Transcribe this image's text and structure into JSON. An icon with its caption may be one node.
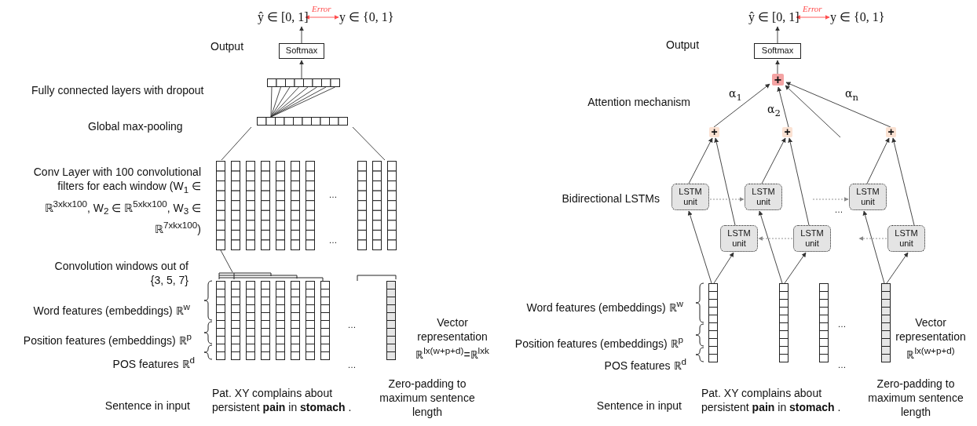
{
  "diagram": {
    "nodes": [
      {
        "text": [
          "ŷ ∈ [0, 1]"
        ]
      },
      {
        "text": [
          "y ∈ {0, 1}"
        ]
      },
      {
        "text": [
          "Softmax"
        ]
      },
      {
        "text": [],
        "shape": "bar"
      },
      {
        "text": [],
        "shape": "bar"
      },
      {
        "text": [],
        "shape": "box"
      },
      {
        "text": [],
        "shape": "box"
      },
      {
        "text": [],
        "shape": "bar"
      },
      {
        "text": [
          "ŷ ∈ [0, 1]"
        ]
      },
      {
        "text": [
          "y ∈ {0, 1}"
        ]
      },
      {
        "text": [
          "Softmax"
        ]
      },
      {
        "text": [
          "+"
        ]
      },
      {
        "text": [
          "+"
        ]
      },
      {
        "text": [
          "+"
        ]
      },
      {
        "text": [
          "+"
        ]
      },
      {
        "text": [
          "LSTM unit"
        ]
      },
      {
        "text": [
          "LSTM unit"
        ]
      },
      {
        "text": [
          "LSTM unit"
        ]
      },
      {
        "text": [
          "LSTM unit"
        ]
      },
      {
        "text": [
          "LSTM unit"
        ]
      },
      {
        "text": [
          "LSTM unit"
        ]
      },
      {
        "text": [],
        "shape": "bar"
      },
      {
        "text": [],
        "shape": "bar"
      },
      {
        "text": [],
        "shape": "bar"
      },
      {
        "text": [],
        "shape": "bar"
      }
    ],
    "edges": [
      {
        "from": 2,
        "to": 0,
        "arrow": "to"
      },
      {
        "from": 0,
        "to": 1,
        "arrow": "both",
        "label": "Error",
        "color": "#ff4d4d"
      },
      {
        "from": 3,
        "to": 2,
        "arrow": "to"
      },
      {
        "from": 4,
        "to": 3,
        "arrow": "none"
      },
      {
        "from": 5,
        "to": 4,
        "arrow": "none"
      },
      {
        "from": 6,
        "to": 5,
        "arrow": "none"
      },
      {
        "from": 10,
        "to": 8,
        "arrow": "to"
      },
      {
        "from": 8,
        "to": 9,
        "arrow": "both",
        "label": "Error",
        "color": "#ff4d4d"
      },
      {
        "from": 11,
        "to": 10,
        "arrow": "to"
      },
      {
        "from": 12,
        "to": 11,
        "arrow": "to",
        "label": "α$_{1}$"
      },
      {
        "from": 13,
        "to": 11,
        "arrow": "to",
        "label": "α$_{2}$"
      },
      {
        "from": null,
        "to": 11,
        "arrow": "to"
      },
      {
        "from": 14,
        "to": 11,
        "arrow": "to",
        "label": "α$_{n}$"
      },
      {
        "from": 15,
        "to": 12,
        "arrow": "to"
      },
      {
        "from": 18,
        "to": 12,
        "arrow": "to"
      },
      {
        "from": 16,
        "to": 13,
        "arrow": "to"
      },
      {
        "from": 19,
        "to": 13,
        "arrow": "to"
      },
      {
        "from": 17,
        "to": 14,
        "arrow": "to"
      },
      {
        "from": 20,
        "to": 14,
        "arrow": "to"
      },
      {
        "from": 15,
        "to": 16,
        "arrow": "to",
        "style": "dashed"
      },
      {
        "from": null,
        "to": 17,
        "arrow": "to",
        "style": "dashed"
      },
      {
        "from": 19,
        "to": 18,
        "arrow": "to",
        "style": "dashed"
      },
      {
        "from": 20,
        "to": null,
        "arrow": "to",
        "style": "dashed"
      },
      {
        "from": 21,
        "to": 15,
        "arrow": "to"
      },
      {
        "from": 21,
        "to": 18,
        "arrow": "to"
      },
      {
        "from": 22,
        "to": 16,
        "arrow": "to"
      },
      {
        "from": 22,
        "to": 19,
        "arrow": "to"
      },
      {
        "from": 24,
        "to": 17,
        "arrow": "to"
      },
      {
        "from": 24,
        "to": 20,
        "arrow": "to"
      }
    ],
    "labels": [
      "Output",
      "Fully connected layers with dropout",
      "Global max-pooling",
      "Conv Layer with 100 convolutional filters for each window (W$_{1}$ ∈ ℝ$^{3xkx100}$, W$_{2}$ ∈ ℝ$^{5xkx100}$, W$_{3}$ ∈ ℝ$^{7xkx100}$)",
      "…",
      "…",
      "Convolution windows out of {3, 5, 7}",
      "Word features (embeddings) ℝ$^{w}$",
      "…",
      "Vector representation ℝ$^{lx(w+p+d)}$=ℝ$^{lxk}$",
      "Position features (embeddings) ℝ$^{p}$",
      "POS features ℝ$^{d}$",
      "…",
      "Sentence in input",
      "Pat. XY complains about persistent **pain** in **stomach** .",
      "Zero-padding to maximum sentence length",
      "Output",
      "Attention mechanism",
      "Bidirectional LSTMs",
      "…",
      "Word features (embeddings) ℝ$^{w}$",
      "…",
      "Vector representation ℝ$^{lx(w+p+d)}$",
      "Position features (embeddings) ℝ$^{p}$",
      "POS features ℝ$^{d}$",
      "…",
      "Sentence in input",
      "Pat. XY complains about persistent **pain** in **stomach** .",
      "Zero-padding to maximum sentence length"
    ]
  }
}
